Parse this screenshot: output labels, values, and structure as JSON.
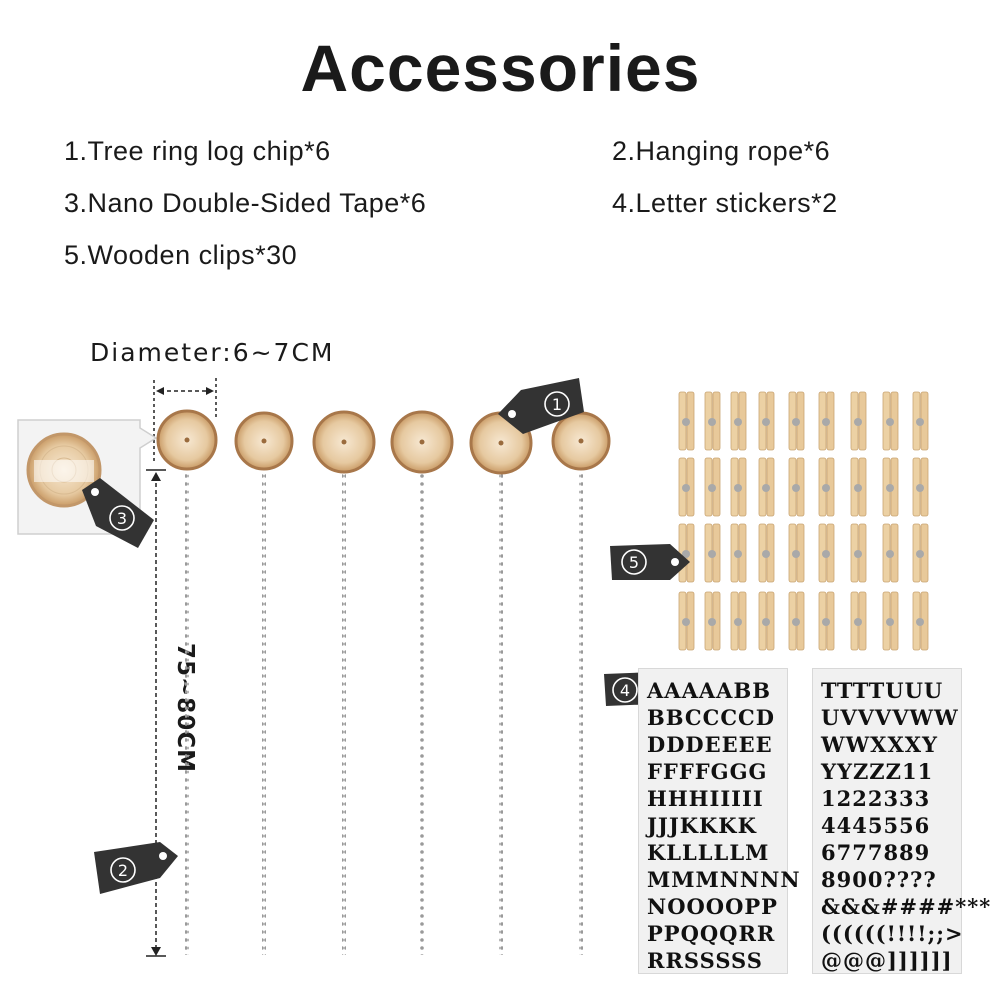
{
  "title": "Accessories",
  "items": [
    "1.Tree ring log chip*6",
    "2.Hanging rope*6",
    "3.Nano Double-Sided Tape*6",
    "4.Letter stickers*2",
    "5.Wooden clips*30"
  ],
  "diameter_label": "Diameter:6~7CM",
  "length_label": "75~80CM",
  "tags": [
    "1",
    "2",
    "3",
    "4",
    "5"
  ],
  "sticker_sheet_left": [
    "AAAAABB",
    "BBCCCCD",
    "DDDEEEE",
    "FFFFGGG",
    "HHHIIIII",
    "JJJKKKK",
    "KLLLLLM",
    "MMMNNNN",
    "NOOOOPP",
    "PPQQQRR",
    "RRSSSSS"
  ],
  "sticker_sheet_right": [
    "TTTTUUU",
    "UVVVVWW",
    "WWXXXY",
    "YYZZZ11",
    "1222333",
    "4445556",
    "6777889",
    "8900????",
    "&&&####***",
    "((((((!!!!;;>",
    "@@@]]]]]]"
  ],
  "colors": {
    "wood": "#e3c49b",
    "wood_center": "#f4e3c9",
    "bark": "#8a5a2b",
    "tag": "#333333",
    "rope": "#9a9a9a",
    "clip": "#ecd1a4"
  }
}
